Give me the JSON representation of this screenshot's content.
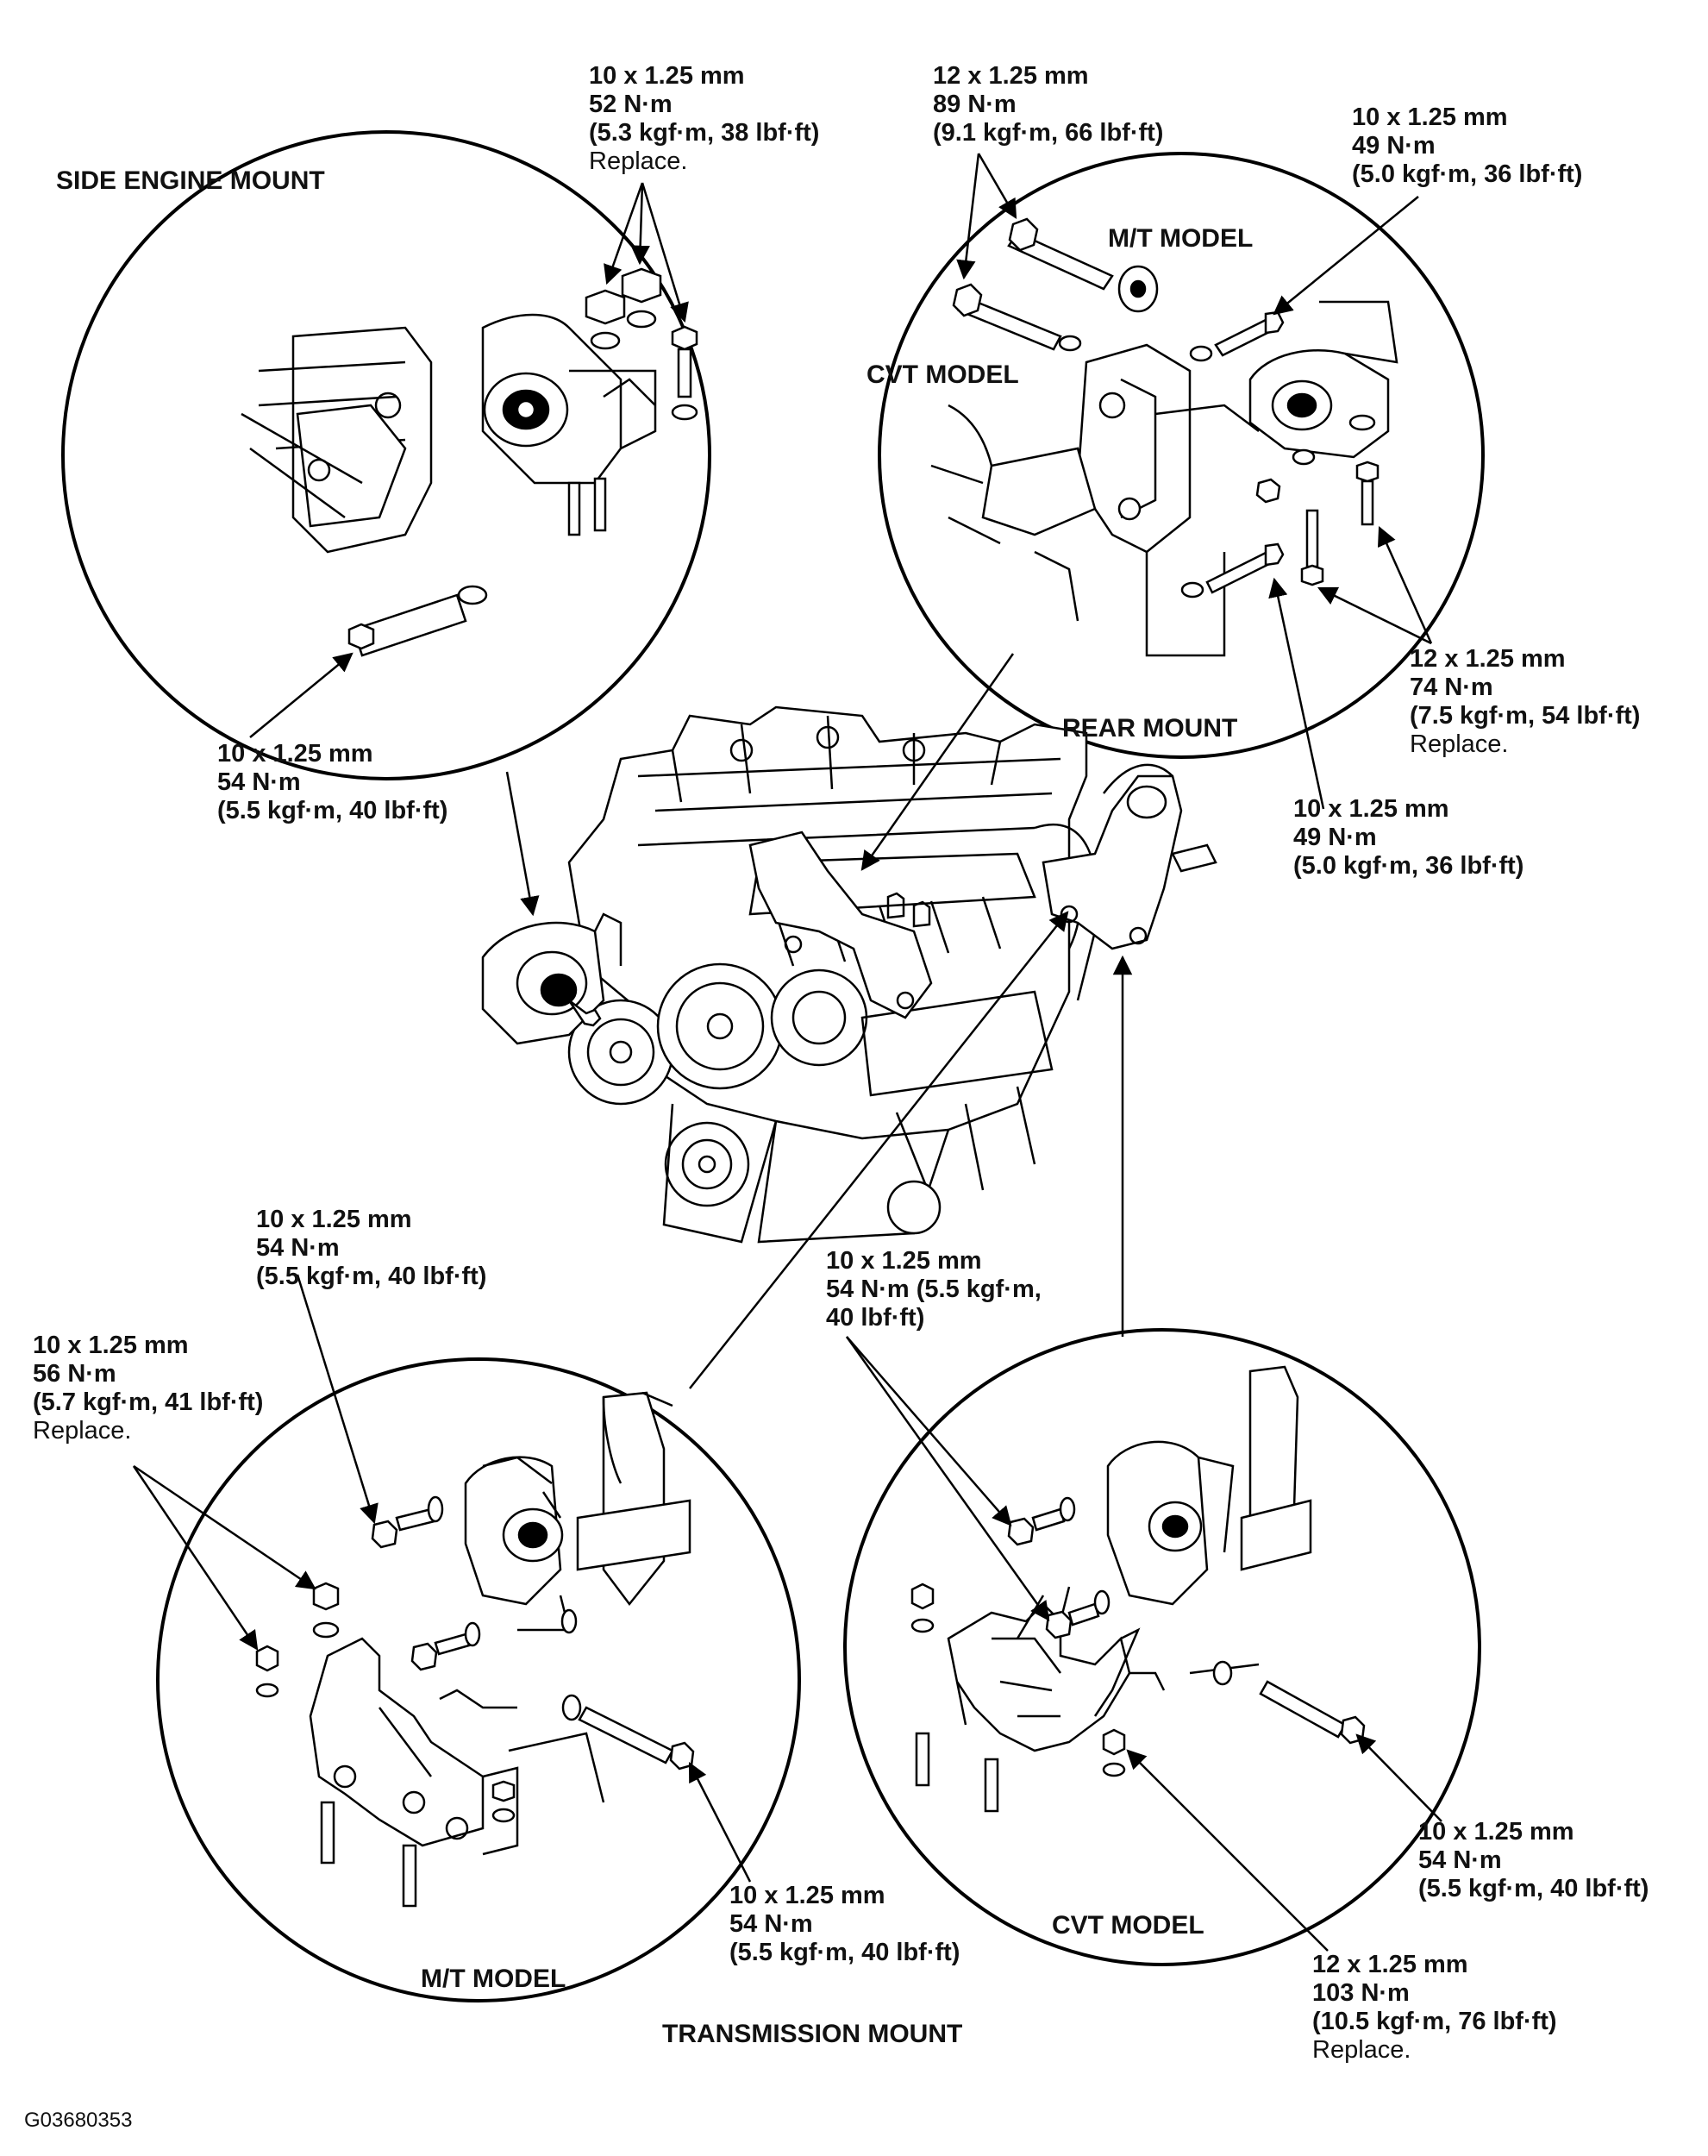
{
  "titles": {
    "side_engine_mount": "SIDE ENGINE MOUNT",
    "mt_model_top": "M/T MODEL",
    "cvt_model_top": "CVT MODEL",
    "rear_mount": "REAR MOUNT",
    "mt_model_bottom": "M/T MODEL",
    "cvt_model_bottom": "CVT MODEL",
    "transmission_mount": "TRANSMISSION MOUNT"
  },
  "figure_code": "G03680353",
  "specs": {
    "side_top": {
      "size": "10 x 1.25 mm",
      "torque": "52 N·m",
      "alt": "(5.3 kgf·m, 38 lbf·ft)",
      "note": "Replace."
    },
    "side_bottom": {
      "size": "10 x 1.25 mm",
      "torque": "54 N·m",
      "alt": "(5.5 kgf·m, 40 lbf·ft)"
    },
    "rear_top_left": {
      "size": "12 x 1.25 mm",
      "torque": "89 N·m",
      "alt": "(9.1 kgf·m, 66 lbf·ft)"
    },
    "rear_top_right": {
      "size": "10 x 1.25 mm",
      "torque": "49 N·m",
      "alt": "(5.0 kgf·m, 36 lbf·ft)"
    },
    "rear_right_12": {
      "size": "12 x 1.25 mm",
      "torque": "74 N·m",
      "alt": "(7.5 kgf·m, 54 lbf·ft)",
      "note": "Replace."
    },
    "rear_right_10": {
      "size": "10 x 1.25 mm",
      "torque": "49 N·m",
      "alt": "(5.0 kgf·m, 36 lbf·ft)"
    },
    "mt_top": {
      "size": "10 x 1.25 mm",
      "torque": "54 N·m",
      "alt": "(5.5 kgf·m, 40 lbf·ft)"
    },
    "mt_left": {
      "size": "10 x 1.25 mm",
      "torque": "56 N·m",
      "alt": "(5.7 kgf·m, 41 lbf·ft)",
      "note": "Replace."
    },
    "mt_bottom": {
      "size": "10 x 1.25 mm",
      "torque": "54 N·m",
      "alt": "(5.5 kgf·m, 40 lbf·ft)"
    },
    "cvt_top": {
      "size": "10 x 1.25 mm",
      "torque": "54 N·m (5.5 kgf·m,",
      "alt": "40 lbf·ft)"
    },
    "cvt_right": {
      "size": "10 x 1.25 mm",
      "torque": "54 N·m",
      "alt": "(5.5 kgf·m, 40 lbf·ft)"
    },
    "cvt_bottom": {
      "size": "12 x 1.25 mm",
      "torque": "103 N·m",
      "alt": "(10.5 kgf·m, 76 lbf·ft)",
      "note": "Replace."
    }
  }
}
